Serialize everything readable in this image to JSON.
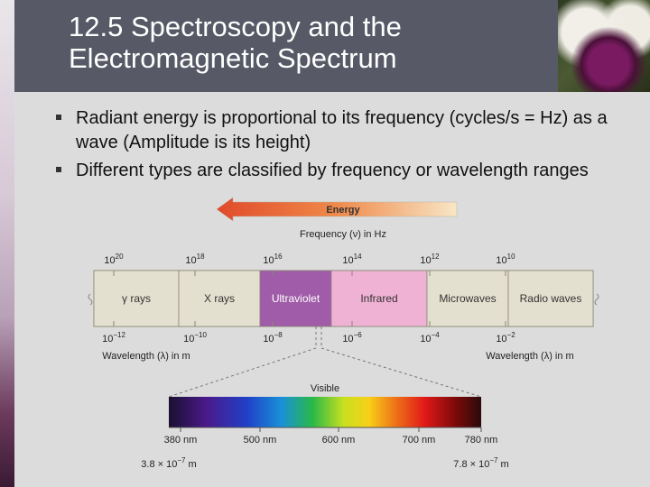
{
  "slide": {
    "title": "12.5 Spectroscopy and the\nElectromagnetic Spectrum",
    "bullets": [
      "Radiant energy is proportional to its frequency (cycles/s = Hz) as a wave (Amplitude is its height)",
      "Different types are classified by frequency or wavelength ranges"
    ]
  },
  "figure": {
    "energy_label": "Energy",
    "frequency_axis_label": "Frequency (ν) in Hz",
    "frequency_ticks": [
      "10^20",
      "10^18",
      "10^16",
      "10^14",
      "10^12",
      "10^10"
    ],
    "wavelength_axis_label": "Wavelength (λ) in m",
    "wavelength_ticks": [
      "10^−12",
      "10^−10",
      "10^−8",
      "10^−6",
      "10^−4",
      "10^−2"
    ],
    "regions": [
      {
        "label": "γ rays",
        "color": "#e4e0cf"
      },
      {
        "label": "X rays",
        "color": "#e4e0cf"
      },
      {
        "label": "Ultraviolet",
        "color": "#a05ca8"
      },
      {
        "label": "Infrared",
        "color": "#f0b2d4"
      },
      {
        "label": "Microwaves",
        "color": "#e4e0cf"
      },
      {
        "label": "Radio waves",
        "color": "#e4e0cf"
      }
    ],
    "visible_label": "Visible",
    "visible_nm_ticks": [
      "380 nm",
      "500 nm",
      "600 nm",
      "700 nm",
      "780 nm"
    ],
    "visible_left_m": "3.8 × 10^−7 m",
    "visible_right_m": "7.8 × 10^−7 m"
  }
}
